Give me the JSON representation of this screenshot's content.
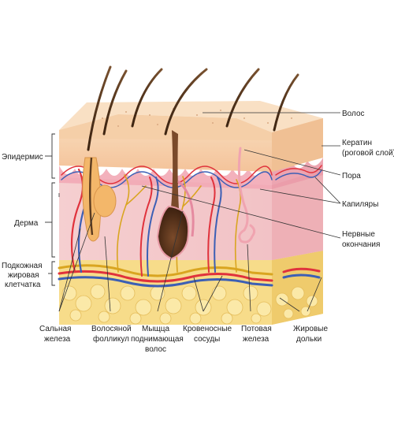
{
  "labels": {
    "hair": "Волос",
    "keratin_1": "Кератин",
    "keratin_2": "(роговой слой)",
    "pore": "Пора",
    "capillaries": "Капиляры",
    "nerve_1": "Нервные",
    "nerve_2": "окончания",
    "epidermis": "Эпидермис",
    "dermis": "Дерма",
    "subq_1": "Подкожная",
    "subq_2": "жировая",
    "subq_3": "клетчатка",
    "sebaceous_1": "Сальная",
    "sebaceous_2": "железа",
    "follicle_1": "Волосяной",
    "follicle_2": "фолликул",
    "muscle_1": "Мыщца",
    "muscle_2": "поднимающая",
    "muscle_3": "волос",
    "vessels_1": "Кровеносные",
    "vessels_2": "сосуды",
    "sweat_1": "Потовая",
    "sweat_2": "железа",
    "fat_1": "Жировые",
    "fat_2": "дольки"
  },
  "colors": {
    "epidermis": "#f6cba4",
    "epidermis_top": "#f8dcbc",
    "papillary": "#f0b9bf",
    "dermis": "#f3c7c7",
    "dermis_side": "#eeb2b8",
    "fat": "#f7dc8a",
    "fat_dark": "#e9c566",
    "artery": "#e0323c",
    "vein": "#3c5fb5",
    "nerve": "#d9a520",
    "hair": "#5a3a1f",
    "follicle": "#f3b76a",
    "gland": "#f0a4b0",
    "leader": "#333333"
  }
}
